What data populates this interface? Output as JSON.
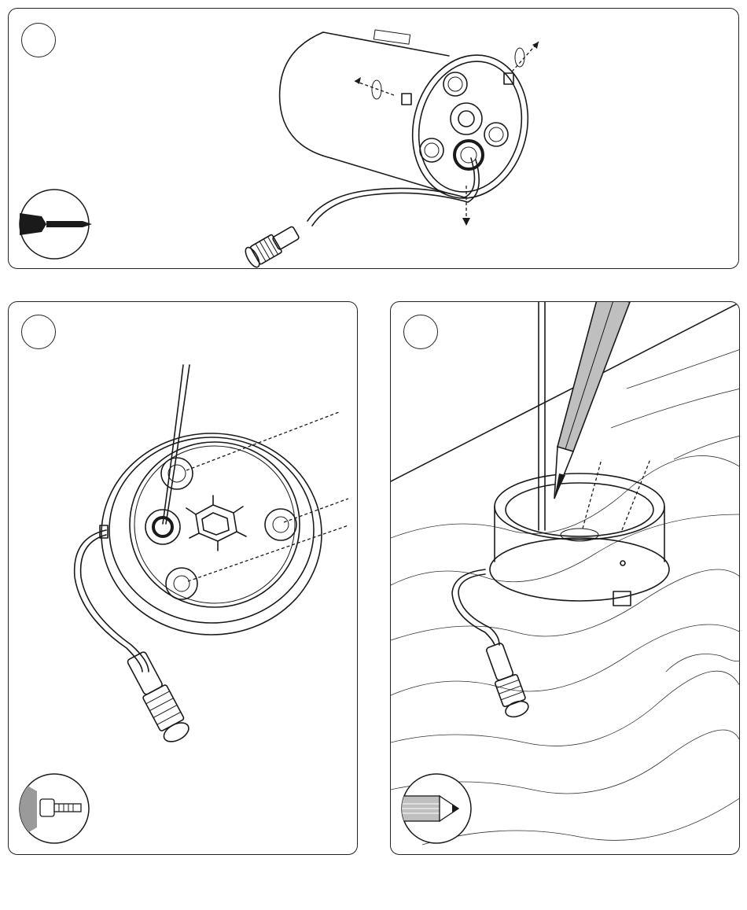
{
  "steps": [
    {
      "id": "step-1",
      "number": "",
      "tool_icon": "screwdriver-icon"
    },
    {
      "id": "step-2",
      "number": "",
      "tool_icon": "drill-icon"
    },
    {
      "id": "step-3",
      "number": "",
      "tool_icon": "pencil-icon"
    }
  ],
  "colors": {
    "line": "#1a1a1a",
    "background": "#ffffff",
    "pencil": "#bfbfbf",
    "drill_wall": "#9a9a9a"
  }
}
